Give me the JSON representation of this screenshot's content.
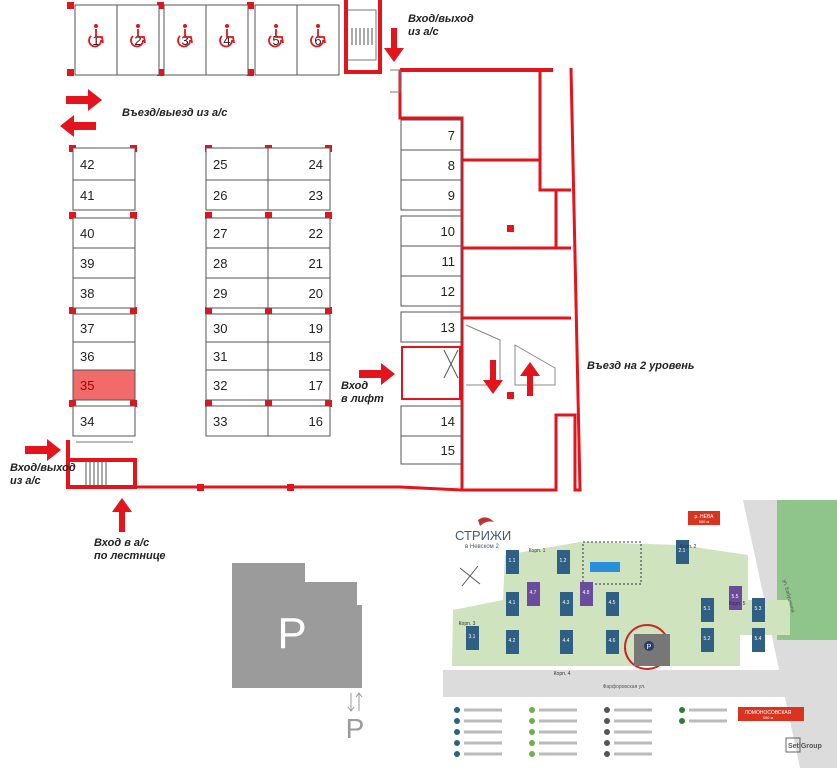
{
  "colors": {
    "wall": "#e3141b",
    "highlight": "#f26b6b",
    "spot_border": "#555555",
    "gray_block": "#9b9b9b",
    "green": "#cfe3bf",
    "road": "#dcdcdc",
    "building": "#2f5f82",
    "red_label": "#d9341f"
  },
  "floor_plan": {
    "accessible_spots": [
      "1",
      "2",
      "3",
      "4",
      "5",
      "6"
    ],
    "col_left": [
      "42",
      "41",
      "40",
      "39",
      "38",
      "37",
      "36",
      "35",
      "34"
    ],
    "col_mid_left": [
      "25",
      "26",
      "27",
      "28",
      "29",
      "30",
      "31",
      "32",
      "33"
    ],
    "col_mid_right": [
      "24",
      "23",
      "22",
      "21",
      "20",
      "19",
      "18",
      "17",
      "16"
    ],
    "col_right": [
      "7",
      "8",
      "9",
      "10",
      "11",
      "12",
      "13",
      "14",
      "15"
    ],
    "highlighted_spot": "35",
    "icon_accessible": "wheelchair-icon"
  },
  "labels": {
    "entry_exit_top": "Вход/выход\nиз а/с",
    "drive_in_out": "Въезд/выезд из а/с",
    "elevator_entry": "Вход\nв лифт",
    "ramp_level2": "Въезд на 2 уровень",
    "entry_exit_left": "Вход/выход\nиз а/с",
    "stairs_entry": "Вход в а/с\nпо лестнице"
  },
  "parking_block": {
    "letter": "P",
    "sub_letter": "P"
  },
  "site_map": {
    "brand": "СТРИЖИ",
    "brand_sub": "в Невском 2",
    "korpus": [
      "Корп. 1",
      "Корп. 2",
      "Корп. 3",
      "Корп. 4",
      "Корп. 5"
    ],
    "buildings": [
      "1.1",
      "1.2",
      "2.1",
      "3.1",
      "4.1",
      "4.2",
      "4.3",
      "4.4",
      "4.5",
      "4.6",
      "4.7",
      "4.8",
      "5.1",
      "5.2",
      "5.3",
      "5.4",
      "5.5"
    ],
    "river": "р. НЕВА",
    "river_dist": "500 м",
    "metro": "ЛОМОНОСОВСКАЯ",
    "metro_dist": "500 м",
    "street_bottom": "Фарфоровская ул.",
    "street_right": "ул. Бабушкина",
    "developer": "SetlGroup",
    "parking_letter": "P"
  }
}
